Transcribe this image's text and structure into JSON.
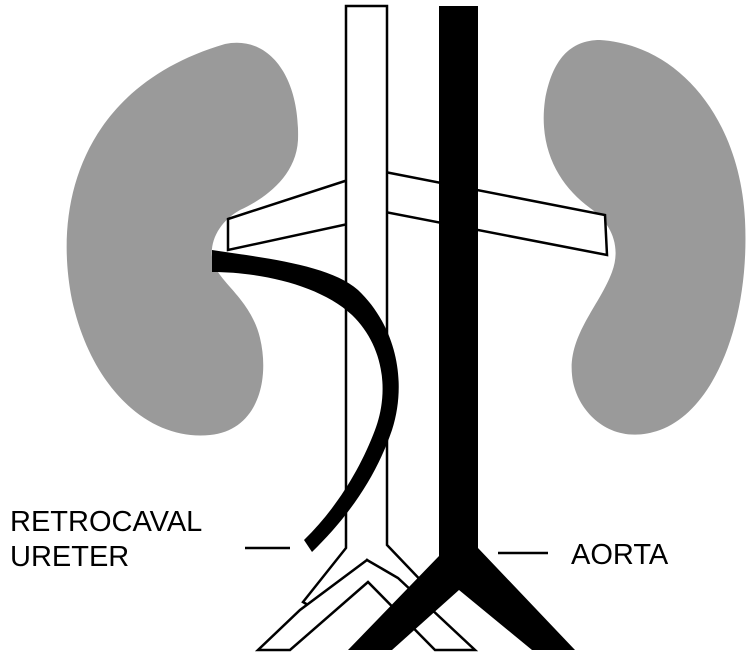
{
  "labels": {
    "ureter_line1": "RETROCAVAL",
    "ureter_line2": "URETER",
    "aorta": "AORTA"
  },
  "colors": {
    "kidney": "#9a9a9a",
    "aorta": "#000000",
    "vena_cava": "#ffffff",
    "outline": "#000000",
    "ureter": "#000000",
    "background": "#ffffff"
  }
}
